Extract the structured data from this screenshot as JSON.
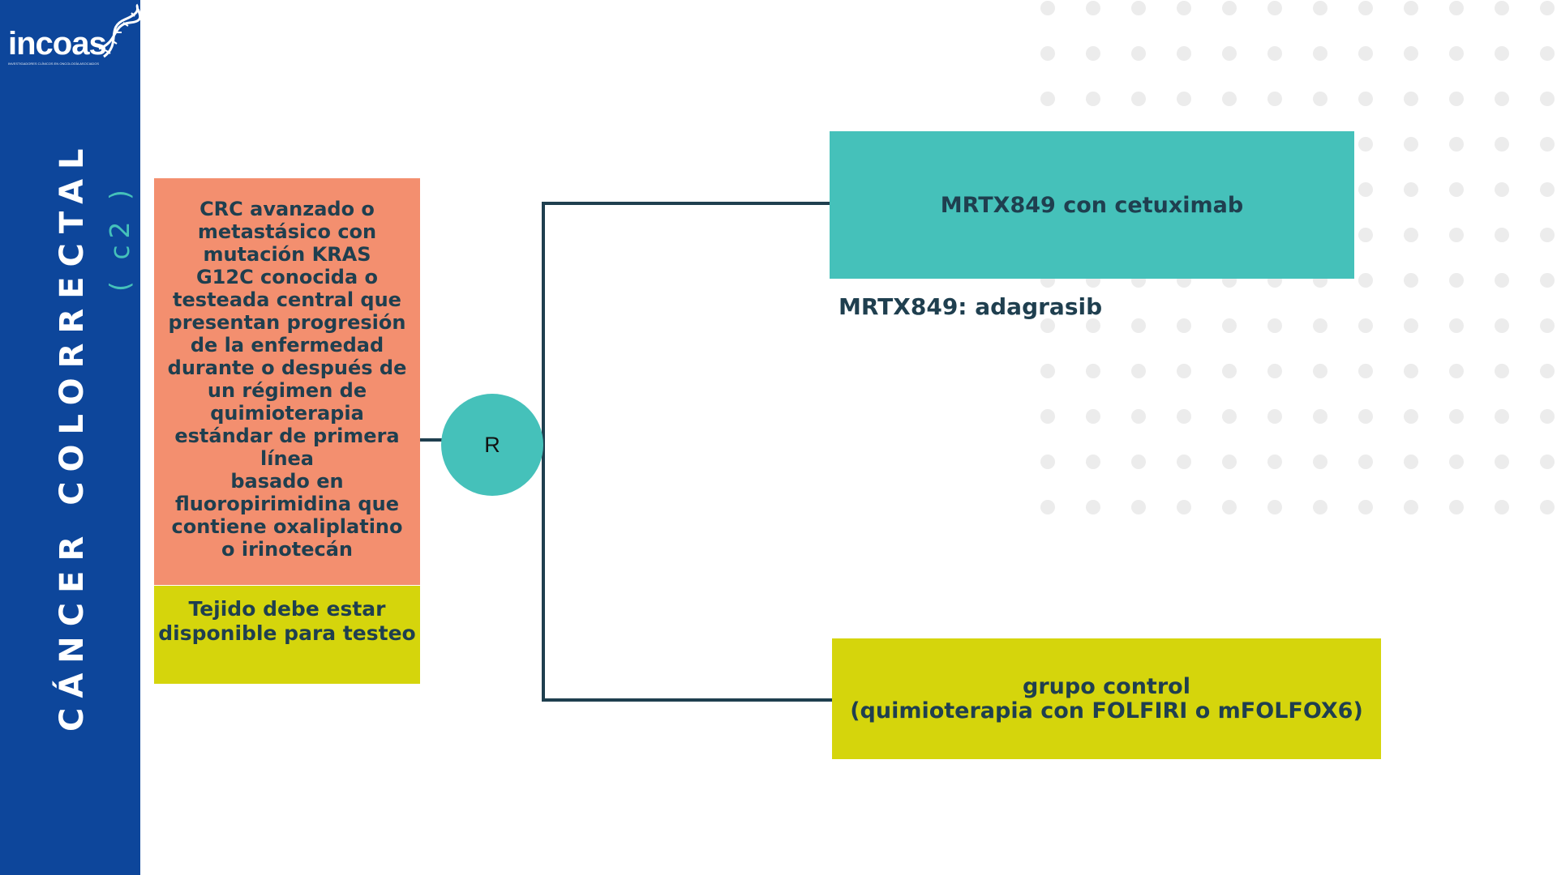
{
  "sidebar": {
    "logo_text": "incoas",
    "logo_subtitle": "INVESTIGADORES CLÍNICOS EN ONCOLOGÍA ASOCIADOS",
    "title": "CÁNCER COLORRECTAL",
    "subtitle": "( c2 )"
  },
  "diagram": {
    "criteria": "CRC avanzado o\nmetastásico con\nmutación KRAS\nG12C conocida o\ntesteada central que\npresentan progresión\nde la enfermedad\ndurante o después de\nun régimen de\nquimioterapia\nestándar de primera\nlínea\nbasado en\nfluoropirimidina que\ncontiene oxaliplatino\no irinotecán",
    "tissue_requirement": "Tejido debe estar\ndisponible para testeo",
    "randomization_label": "R",
    "arm_experimental": "MRTX849 con cetuximab",
    "arm_note": "MRTX849: adagrasib",
    "arm_control": "grupo control\n(quimioterapia con FOLFIRI o mFOLFOX6)"
  },
  "colors": {
    "sidebar": "#0d469b",
    "teal": "#45c1ba",
    "salmon": "#f38f6f",
    "lime": "#d5d50c",
    "text_dark": "#1f3f4f",
    "line": "#1f3f4f",
    "dots": "#ececec"
  }
}
